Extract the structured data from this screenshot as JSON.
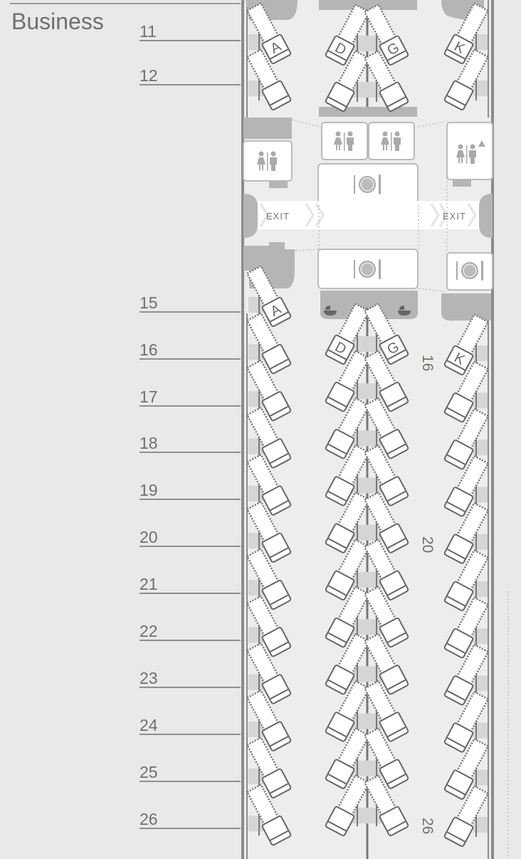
{
  "section": {
    "label": "Business"
  },
  "row_labels": [
    "11",
    "12",
    "15",
    "16",
    "17",
    "18",
    "19",
    "20",
    "21",
    "22",
    "23",
    "24",
    "25",
    "26"
  ],
  "seat_letters": [
    "A",
    "D",
    "G",
    "K"
  ],
  "seat_map": {
    "front_rows": [
      "11",
      "12"
    ],
    "rear_window_left_rows": [
      "15",
      "16",
      "17",
      "18",
      "19",
      "20",
      "21",
      "22",
      "23",
      "24",
      "25",
      "26"
    ],
    "rear_center_rows": [
      "16",
      "17",
      "18",
      "19",
      "20",
      "21",
      "22",
      "23",
      "24",
      "25",
      "26"
    ],
    "rear_window_right_rows": [
      "16",
      "17",
      "18",
      "19",
      "20",
      "21",
      "22",
      "23",
      "24",
      "25",
      "26"
    ]
  },
  "cabin_row_markers": [
    "16",
    "20",
    "26"
  ],
  "exits": {
    "left": "EXIT",
    "right": "EXIT"
  },
  "facilities": [
    "lavatory-icon",
    "lavatory-icon",
    "lavatory-icon",
    "accessible-lavatory-icon",
    "galley-icon",
    "galley-icon",
    "galley-icon",
    "bassinet-icon",
    "bassinet-icon"
  ],
  "colors": {
    "background": "#e8e9e8",
    "cabin": "#ededec",
    "wall": "#8a8b8b",
    "block": "#b4b5b5",
    "text": "#6e6f70"
  }
}
